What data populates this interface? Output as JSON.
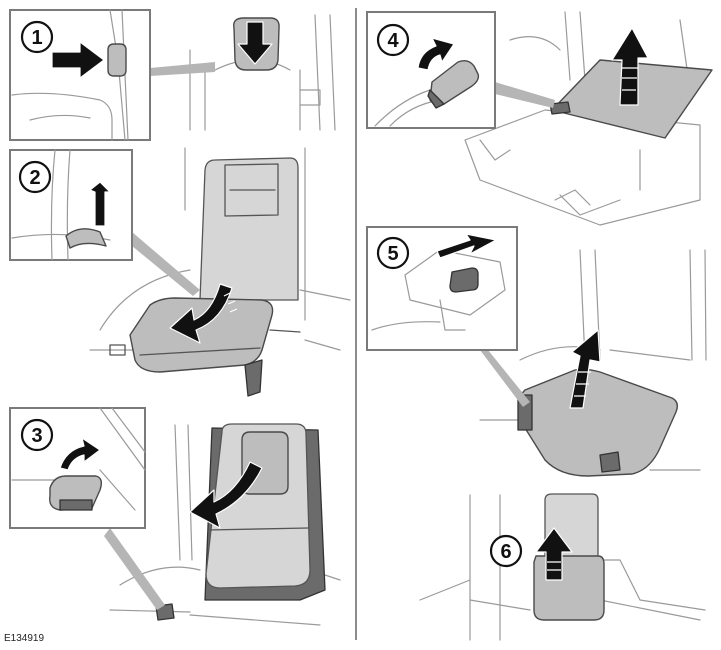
{
  "steps": [
    "1",
    "2",
    "3",
    "4",
    "5",
    "6"
  ],
  "reference_code": "E134919",
  "colors": {
    "seat_fill": "#bdbdbd",
    "line": "#9a9a9a",
    "arrow": "#111111",
    "frame": "#7a7a7a"
  }
}
